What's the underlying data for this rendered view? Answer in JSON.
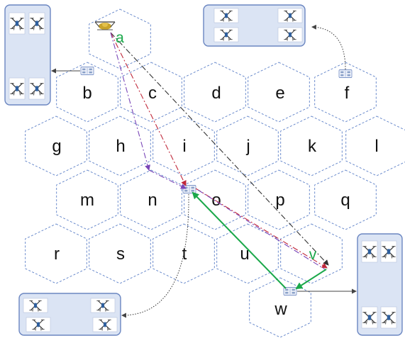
{
  "diagram": {
    "cells": [
      {
        "id": "b",
        "label": "b"
      },
      {
        "id": "c",
        "label": "c"
      },
      {
        "id": "d",
        "label": "d"
      },
      {
        "id": "e",
        "label": "e"
      },
      {
        "id": "f",
        "label": "f"
      },
      {
        "id": "g",
        "label": "g"
      },
      {
        "id": "h",
        "label": "h"
      },
      {
        "id": "i",
        "label": "i"
      },
      {
        "id": "j",
        "label": "j"
      },
      {
        "id": "k",
        "label": "k"
      },
      {
        "id": "l",
        "label": "l"
      },
      {
        "id": "m",
        "label": "m"
      },
      {
        "id": "n",
        "label": "n"
      },
      {
        "id": "o",
        "label": "o"
      },
      {
        "id": "p",
        "label": "p"
      },
      {
        "id": "q",
        "label": "q"
      },
      {
        "id": "r",
        "label": "r"
      },
      {
        "id": "s",
        "label": "s"
      },
      {
        "id": "t",
        "label": "t"
      },
      {
        "id": "u",
        "label": "u"
      },
      {
        "id": "w",
        "label": "w"
      }
    ],
    "green_labels": {
      "a": "a",
      "v": "v"
    },
    "colors": {
      "hex_stroke": "#5b7fc7",
      "green": "#1aa84a",
      "red_dashdot": "#c0283a",
      "black_dashdot": "#333333",
      "purple_dashdot": "#7a46b8",
      "depot_fill": "#dbe4f4"
    },
    "icons": [
      "drone-icon",
      "charging-station-icon",
      "drone-depot-icon"
    ]
  }
}
